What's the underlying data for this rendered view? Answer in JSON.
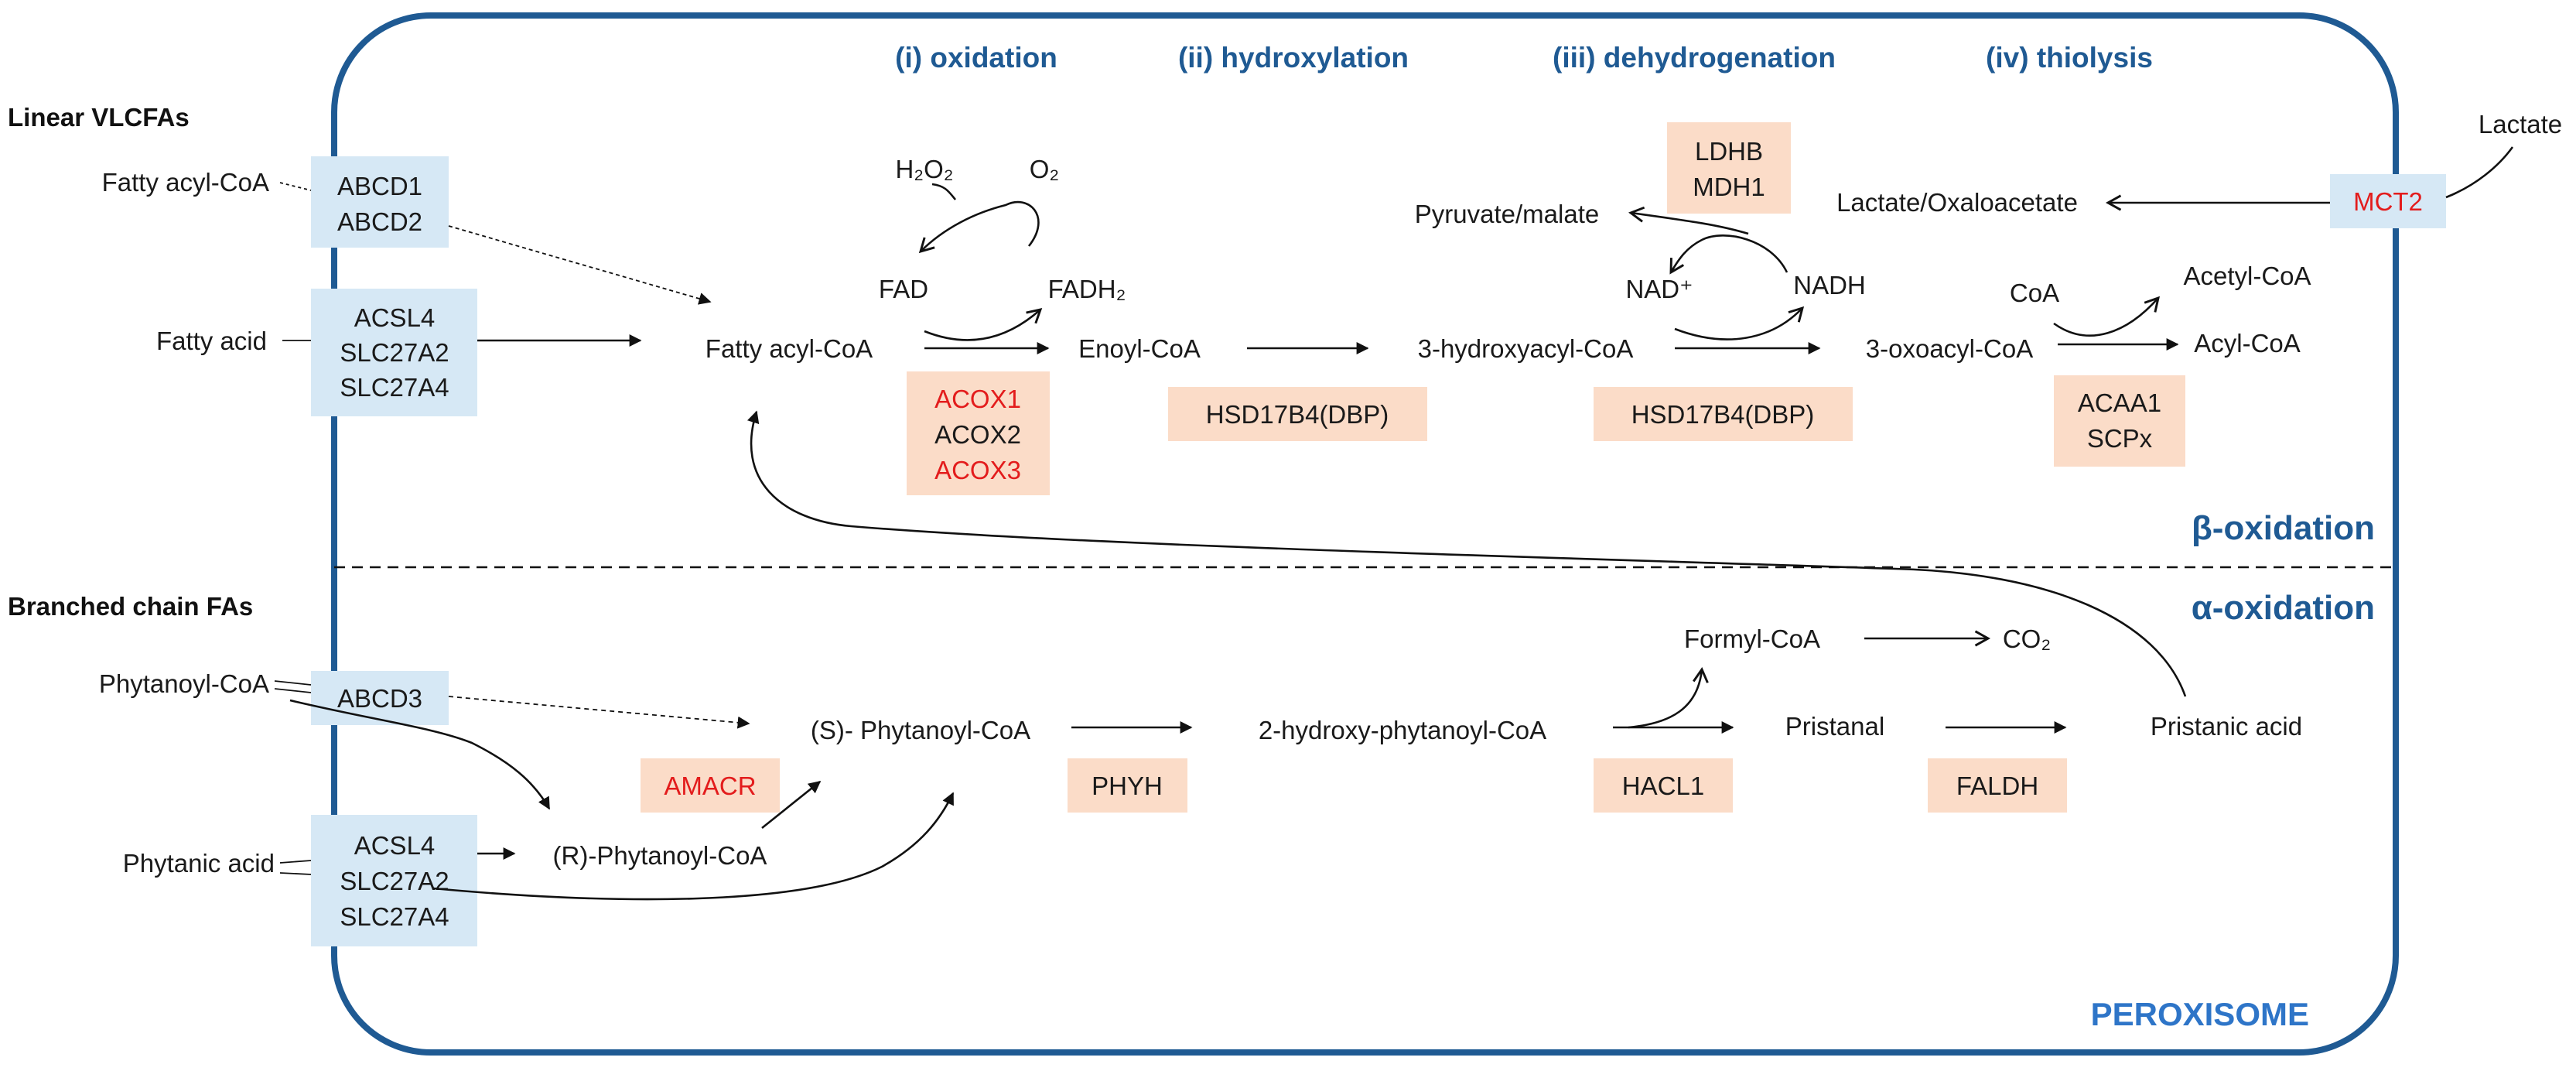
{
  "headers": {
    "oxidation": "(i) oxidation",
    "hydroxylation": "(ii) hydroxylation",
    "dehydrogenation": "(iii) dehydrogenation",
    "thiolysis": "(iv) thiolysis"
  },
  "sections": {
    "linear": "Linear VLCFAs",
    "branched": "Branched chain FAs",
    "beta": "β-oxidation",
    "alpha": "α-oxidation",
    "organelle": "PEROXISOME"
  },
  "transporters": {
    "abcd12": [
      "ABCD1",
      "ABCD2"
    ],
    "acsl_top": [
      "ACSL4",
      "SLC27A2",
      "SLC27A4"
    ],
    "abcd3": "ABCD3",
    "acsl_bottom": [
      "ACSL4",
      "SLC27A2",
      "SLC27A4"
    ],
    "mct2": "MCT2"
  },
  "enzymes": {
    "acox": [
      "ACOX1",
      "ACOX2",
      "ACOX3"
    ],
    "hsd_hydroxylation": "HSD17B4(DBP)",
    "hsd_dehydrogenation": "HSD17B4(DBP)",
    "ldhb_mdh1": [
      "LDHB",
      "MDH1"
    ],
    "acaa1_scpx": [
      "ACAA1",
      "SCPx"
    ],
    "amacr": "AMACR",
    "phyh": "PHYH",
    "hacl1": "HACL1",
    "faldh": "FALDH"
  },
  "metabolites": {
    "fatty_acyl_coa_ext": "Fatty acyl-CoA",
    "fatty_acid": "Fatty acid",
    "fatty_acyl_coa": "Fatty acyl-CoA",
    "h2o2": "H₂O₂",
    "o2": "O₂",
    "fad": "FAD",
    "fadh2": "FADH₂",
    "enoyl_coa": "Enoyl-CoA",
    "hydroxyacyl_coa": "3-hydroxyacyl-CoA",
    "pyruvate_malate": "Pyruvate/malate",
    "lactate_oxaloacetate": "Lactate/Oxaloacetate",
    "lactate": "Lactate",
    "nad": "NAD⁺",
    "nadh": "NADH",
    "oxoacyl_coa": "3-oxoacyl-CoA",
    "coa": "CoA",
    "acetyl_coa": "Acetyl-CoA",
    "acyl_coa": "Acyl-CoA",
    "phytanoyl_coa_ext": "Phytanoyl-CoA",
    "phytanic_acid": "Phytanic acid",
    "r_phytanoyl_coa": "(R)-Phytanoyl-CoA",
    "s_phytanoyl_coa": "(S)- Phytanoyl-CoA",
    "hydroxy_phytanoyl_coa": "2-hydroxy-phytanoyl-CoA",
    "formyl_coa": "Formyl-CoA",
    "co2": "CO₂",
    "pristanal": "Pristanal",
    "pristanic_acid": "Pristanic acid"
  },
  "colors": {
    "membrane": "#1f5a93",
    "header_text": "#1f5a93",
    "organelle_label": "#2e75c8",
    "transporter_box": "#d6e8f5",
    "enzyme_box": "#fbdcc8",
    "highlight_red": "#e31c1c"
  }
}
